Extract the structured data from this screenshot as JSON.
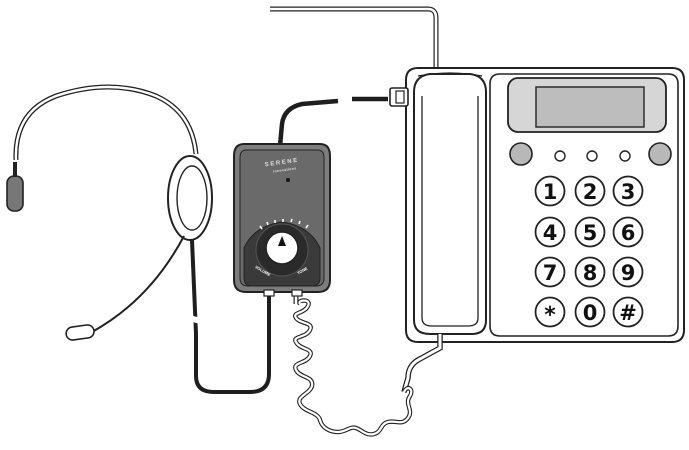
{
  "amplifier": {
    "brand": "SERENE",
    "brand_sub": "innovations",
    "left_control_label": "VOLUME",
    "right_control_label": "TONE"
  },
  "keypad": {
    "keys": [
      "1",
      "2",
      "3",
      "4",
      "5",
      "6",
      "7",
      "8",
      "9",
      "*",
      "0",
      "#"
    ]
  },
  "colors": {
    "outline": "#222222",
    "amplifier_body": "#7d7d7d",
    "amplifier_face": "#3a3a3a",
    "phone_body": "#ffffff",
    "display": "#c4c4c4",
    "cable": "#1e1e1e"
  }
}
